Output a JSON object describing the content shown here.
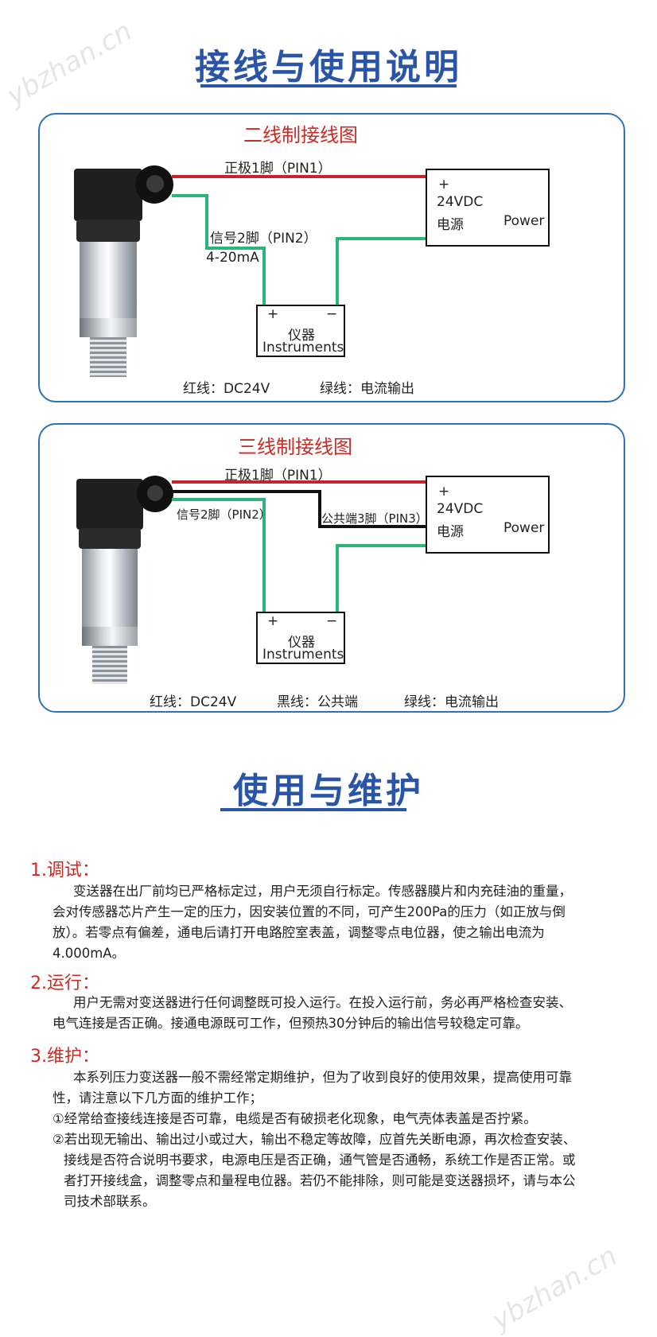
{
  "watermarks": [
    "ybzhan.cn",
    "ybzhan.cn"
  ],
  "titles": {
    "wiring": "接线与使用说明",
    "maintenance": "使用与维护"
  },
  "two_wire": {
    "title": "二线制接线图",
    "pin1": "正极1脚（PIN1）",
    "pin2": "信号2脚（PIN2）",
    "current": "4-20mA",
    "power": {
      "plus": "+",
      "voltage": "24VDC",
      "cn": "电源",
      "en": "Power"
    },
    "instrument": {
      "plus": "+",
      "minus": "−",
      "cn": "仪器",
      "en": "Instruments"
    },
    "legend_red": "红线：DC24V",
    "legend_green": "绿线：电流输出"
  },
  "three_wire": {
    "title": "三线制接线图",
    "pin1": "正极1脚（PIN1）",
    "pin2": "信号2脚（PIN2）",
    "pin3": "公共端3脚（PIN3）",
    "power": {
      "plus": "+",
      "voltage": "24VDC",
      "cn": "电源",
      "en": "Power"
    },
    "instrument": {
      "plus": "+",
      "minus": "−",
      "cn": "仪器",
      "en": "Instruments"
    },
    "legend_red": "红线：DC24V",
    "legend_black": "黑线：公共端",
    "legend_green": "绿线：电流输出"
  },
  "colors": {
    "accent": "#2a54a8",
    "red": "#c5252a",
    "green": "#2fb57a",
    "heading": "#cc2b24"
  },
  "sections": [
    {
      "heading": "1.调试：",
      "lines": [
        "变送器在出厂前均已严格标定过，用户无须自行标定。传感器膜片和内充硅油的重量，",
        "会对传感器芯片产生一定的压力，因安装位置的不同，可产生200Pa的压力（如正放与倒",
        "放）。若零点有偏差，通电后请打开电路腔室表盖，调整零点电位器，使之输出电流为",
        "4.000mA。"
      ]
    },
    {
      "heading": "2.运行：",
      "lines": [
        "用户无需对变送器进行任何调整既可投入运行。在投入运行前，务必再严格检查安装、",
        "电气连接是否正确。接通电源既可工作，但预热30分钟后的输出信号较稳定可靠。"
      ]
    },
    {
      "heading": "3.维护：",
      "lines": [
        "本系列压力变送器一般不需经常定期维护，但为了收到良好的使用效果，提高使用可靠",
        "性，请注意以下几方面的维护工作；",
        "①经常给查接线连接是否可靠，电缆是否有破损老化现象，电气壳体表盖是否拧紧。",
        "②若出现无输出、输出过小或过大，输出不稳定等故障，应首先关断电源，再次检查安装、",
        "接线是否符合说明书要求，电源电压是否正确，通气管是否通畅，系统工作是否正常。或",
        "者打开接线盒，调整零点和量程电位器。若仍不能排除，则可能是变送器损坏，请与本公",
        "司技术部联系。"
      ]
    }
  ]
}
